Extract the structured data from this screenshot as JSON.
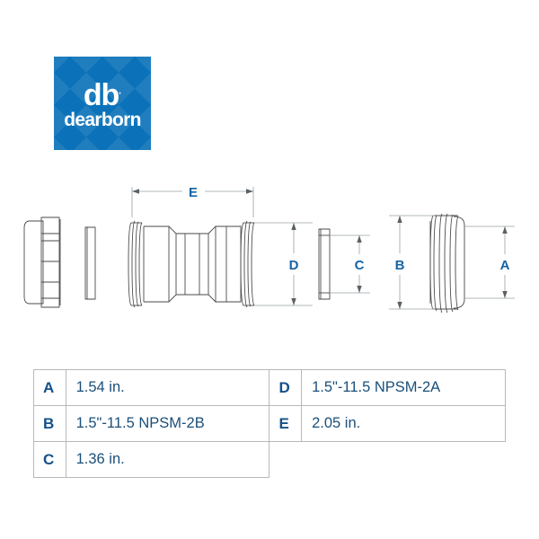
{
  "logo": {
    "name": "dearborn-logo",
    "primary_text": "db",
    "registered_mark": ".",
    "word_text": "dearborn",
    "background_color": "#0b72b9",
    "text_color": "#ffffff"
  },
  "drawing": {
    "name": "exploded-assembly-drawing",
    "description": "Exploded technical line drawing of a conduit fitting assembly",
    "accent_color": "#1464a5",
    "line_color": "#4a4a4a",
    "components": [
      {
        "id": "locknut-left",
        "label": "knurled locknut"
      },
      {
        "id": "gasket-left",
        "label": "sealing washer"
      },
      {
        "id": "body-center",
        "label": "threaded body"
      },
      {
        "id": "gasket-right",
        "label": "thin washer"
      },
      {
        "id": "locknut-right",
        "label": "threaded nut"
      }
    ],
    "dimension_labels": {
      "A": "A",
      "B": "B",
      "C": "C",
      "D": "D",
      "E": "E"
    }
  },
  "table": {
    "name": "dimensions-table",
    "left_rows": [
      {
        "key": "A",
        "value": "1.54 in."
      },
      {
        "key": "B",
        "value": "1.5\"-11.5 NPSM-2B"
      },
      {
        "key": "C",
        "value": "1.36 in."
      }
    ],
    "right_rows": [
      {
        "key": "D",
        "value": "1.5\"-11.5 NPSM-2A"
      },
      {
        "key": "E",
        "value": "2.05 in."
      }
    ]
  }
}
